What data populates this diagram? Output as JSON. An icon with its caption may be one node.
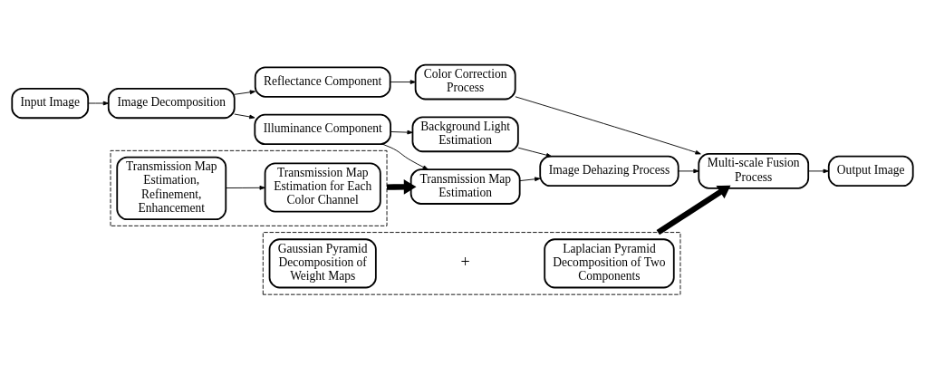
{
  "diagram": {
    "nodes": [
      {
        "text": [
          "Input Image"
        ]
      },
      {
        "text": [
          "Image Decomposition"
        ]
      },
      {
        "text": [
          "Reflectance Component"
        ]
      },
      {
        "text": [
          "Illuminance Component"
        ]
      },
      {
        "text": [
          "Color Correction Process"
        ]
      },
      {
        "text": [
          "Background Light Estimation"
        ]
      },
      {
        "text": [
          "Transmission Map Estimation"
        ]
      },
      {
        "text": [
          "Image Dehazing Process"
        ]
      },
      {
        "text": [],
        "shape": "box"
      },
      {
        "text": [
          "Gaussian Pyramid Decomposition of Weight Maps"
        ],
        "in": 8
      },
      {
        "text": [
          "Laplacian Pyramid Decomposition of Two Components"
        ],
        "in": 8
      },
      {
        "text": [
          "Multi-scale Fusion Process"
        ]
      },
      {
        "text": [
          "Output Image"
        ]
      },
      {
        "text": [],
        "shape": "box"
      },
      {
        "text": [
          "Transmission Map Estimation, Refinement, Enhancement"
        ],
        "in": 13
      },
      {
        "text": [
          "Transmission Map Estimation for Each Color Channel"
        ],
        "in": 13
      }
    ],
    "edges": [
      {
        "from": 0,
        "to": 1,
        "arrow": "to"
      },
      {
        "from": 1,
        "to": 2,
        "arrow": "to"
      },
      {
        "from": 1,
        "to": 3,
        "arrow": "to"
      },
      {
        "from": 2,
        "to": 4,
        "arrow": "to"
      },
      {
        "from": 3,
        "to": 5,
        "arrow": "to"
      },
      {
        "from": 3,
        "to": 6,
        "arrow": "to"
      },
      {
        "from": 5,
        "to": 7,
        "arrow": "to"
      },
      {
        "from": 6,
        "to": 7,
        "arrow": "to"
      },
      {
        "from": 4,
        "to": 11,
        "arrow": "to"
      },
      {
        "from": 7,
        "to": 11,
        "arrow": "to"
      },
      {
        "from": 11,
        "to": 12,
        "arrow": "to"
      },
      {
        "from": 8,
        "to": 11,
        "arrow": "to",
        "style": "thick"
      },
      {
        "from": 13,
        "to": 6,
        "arrow": "to",
        "style": "thick"
      },
      {
        "from": 14,
        "to": 15,
        "arrow": "to"
      }
    ],
    "labels": [
      "+"
    ]
  }
}
